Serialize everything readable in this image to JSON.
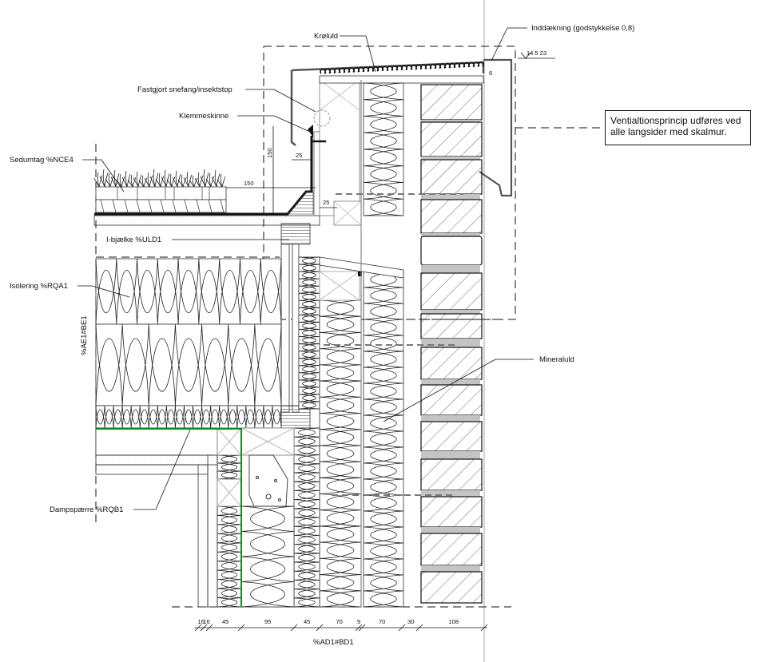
{
  "drawing": {
    "type": "architectural-section-detail",
    "subject": "Green roof (sedum) eaves / parapet detail with masonry cavity wall"
  },
  "labels": {
    "kroluld": "Krøluld",
    "inddaekning": "Inddækning (godstykkelse 0,8)",
    "elevation": "14.5 23",
    "snefang": "Fastgjort snefang/insektstop",
    "klemmeskinne": "Klemmeskinne",
    "sedumtag": "Sedumtag %NCE4",
    "ibjaelke": "I-bjælke %ULD1",
    "isolering": "Isolering %RQA1",
    "vertical_ref": "%AE1#BE1",
    "mineraluld": "Mineraluld",
    "dampspaerre": "Dampspærre %RQB1",
    "horizontal_ref": "%AD1#BD1"
  },
  "note": {
    "line1": "Ventialtionsprincip udføres ved",
    "line2": "alle langsider med skalmur."
  },
  "dimensions": {
    "top": {
      "gap_6": "6",
      "h150": "150",
      "w25a": "25",
      "w150": "150",
      "w25b": "25"
    },
    "bottom_chain": [
      "16",
      "16",
      "45",
      "95",
      "45",
      "70",
      "9",
      "70",
      "30",
      "108"
    ]
  },
  "colors": {
    "line": "#111111",
    "grey_line": "#8a8a8a",
    "light_grey": "#c8c8c8",
    "mortar": "#c4c4c4",
    "vapour_barrier": "#1a8a1a"
  }
}
